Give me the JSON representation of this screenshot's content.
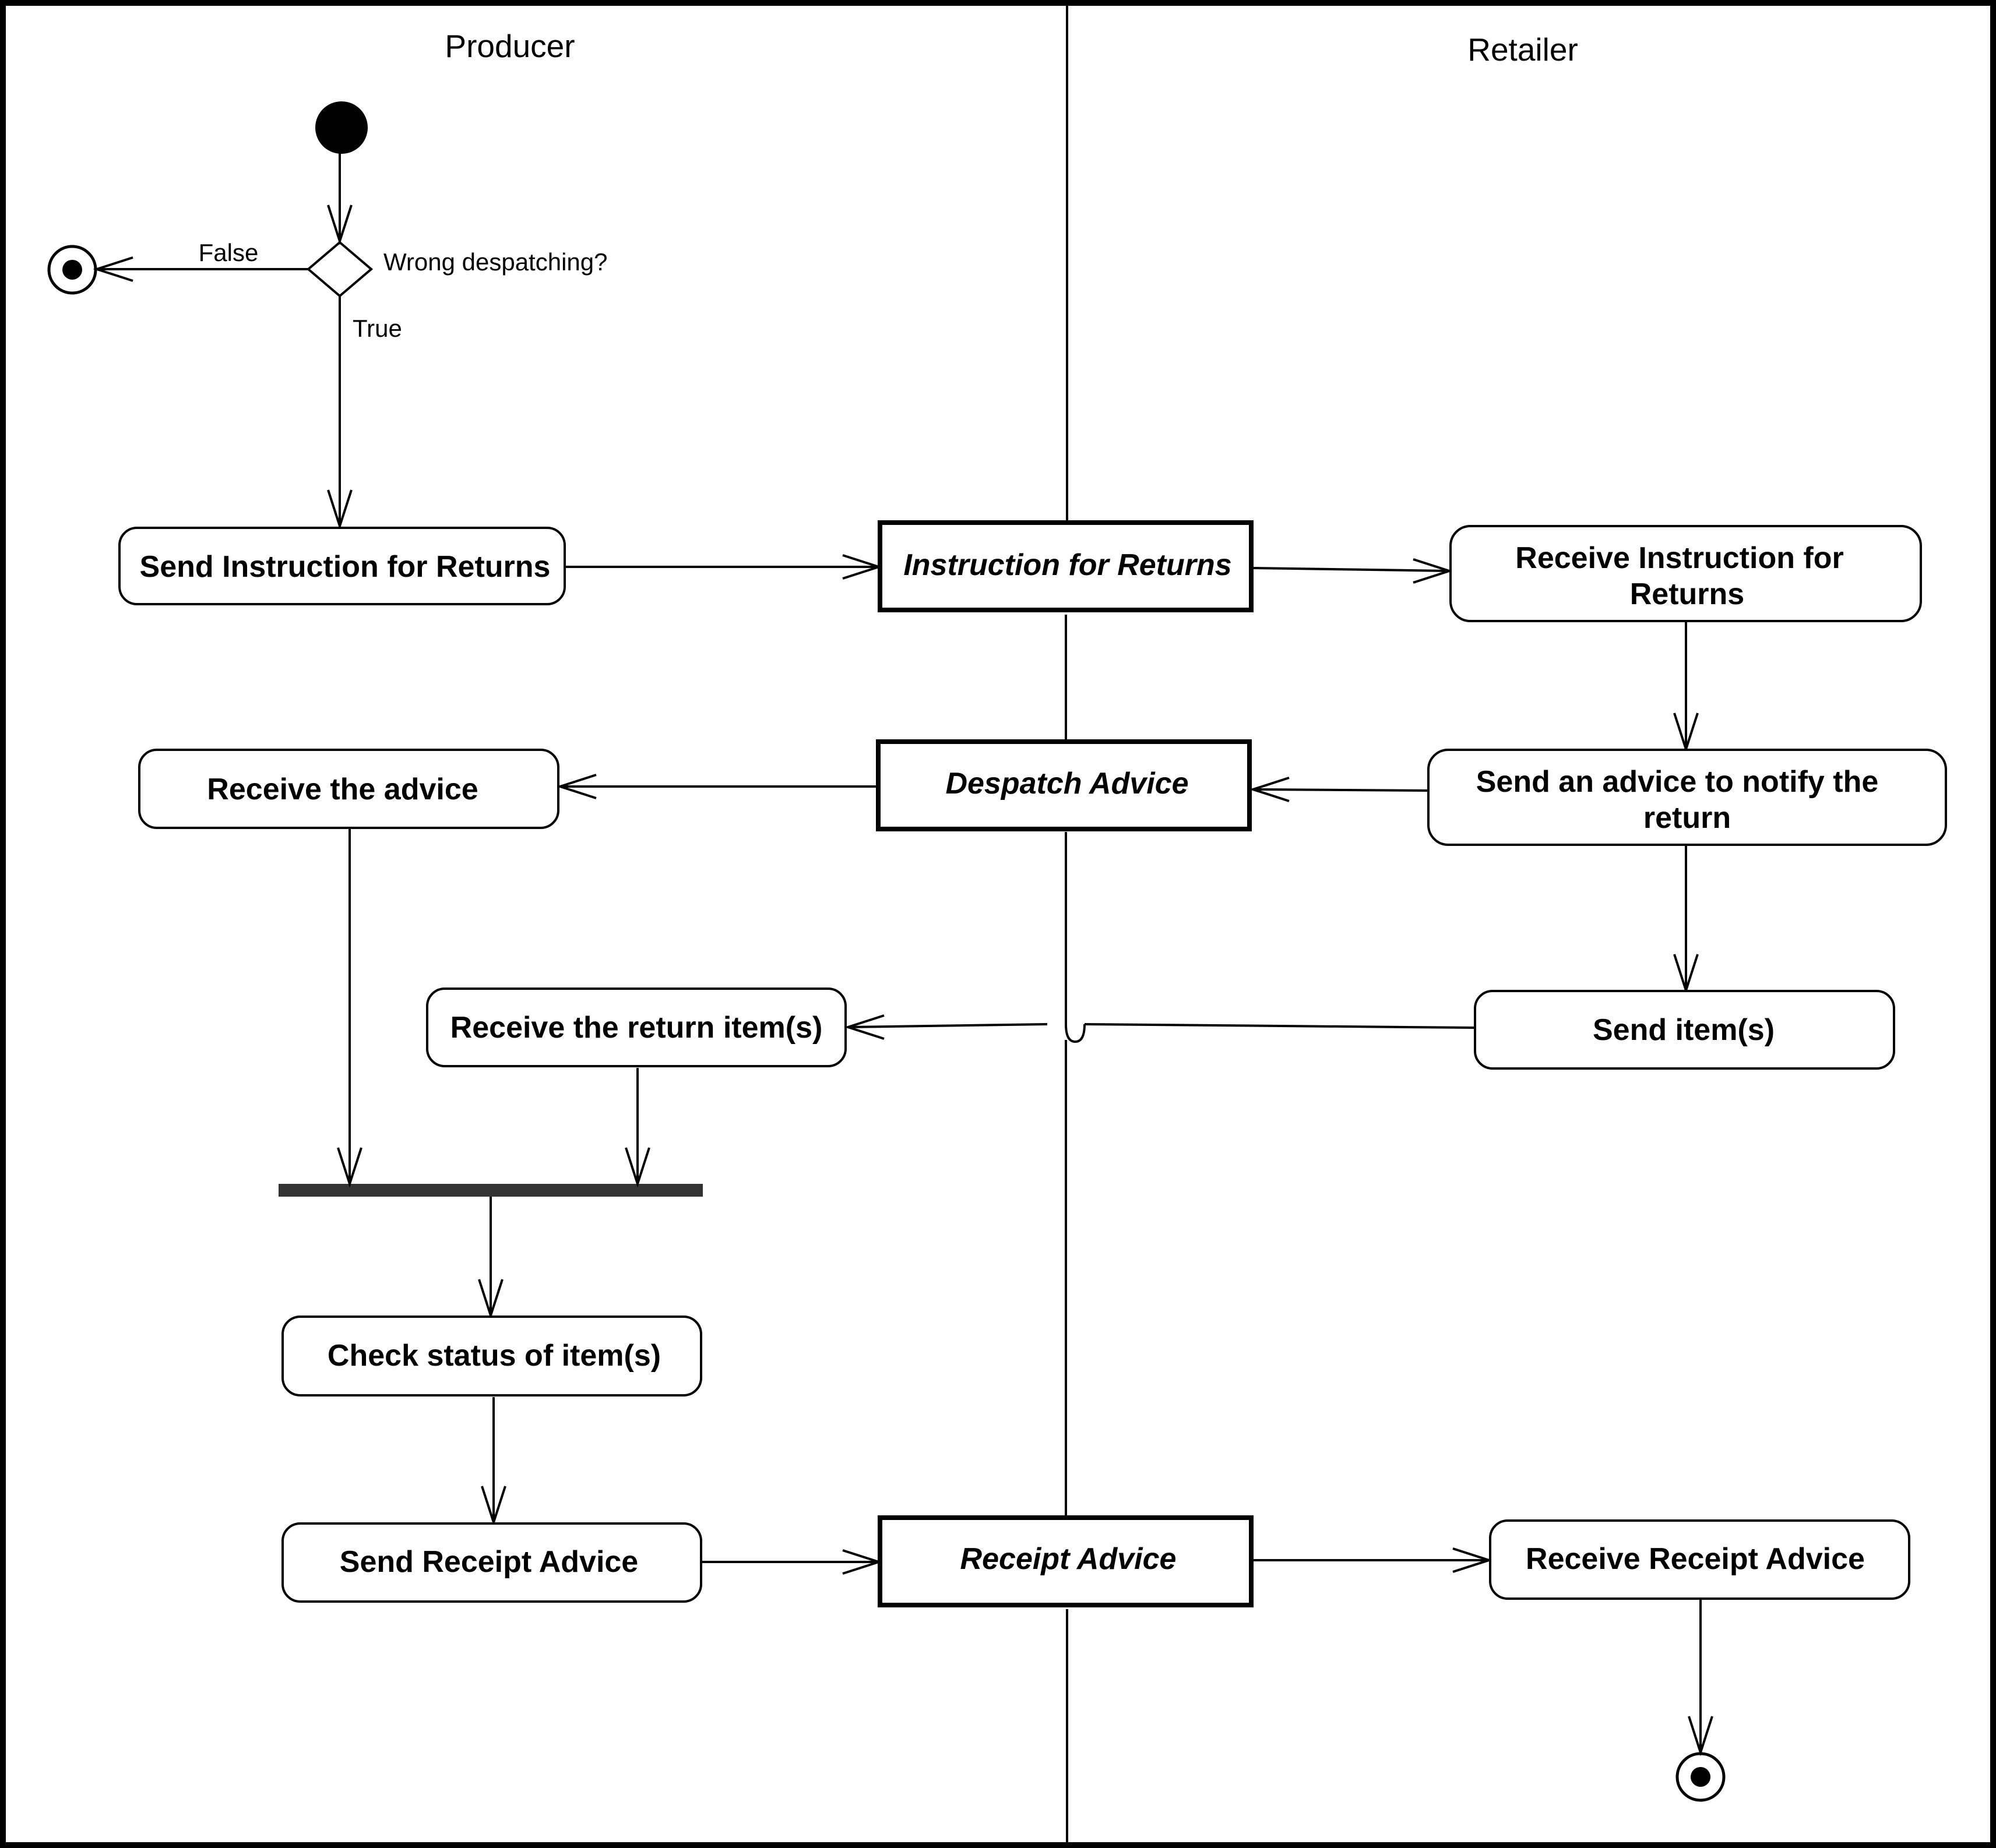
{
  "swimlanes": {
    "producer": "Producer",
    "retailer": "Retailer"
  },
  "decision": {
    "question": "Wrong despatching?",
    "false_label": "False",
    "true_label": "True"
  },
  "activities": {
    "send_instruction": "Send Instruction for Returns",
    "receive_instruction": [
      "Receive Instruction for",
      "Returns"
    ],
    "receive_advice": "Receive the advice",
    "send_advice_notify": [
      "Send an advice to notify the",
      "return"
    ],
    "receive_return_items": "Receive the return item(s)",
    "send_items": "Send item(s)",
    "check_status": "Check status of item(s)",
    "send_receipt_advice": "Send Receipt Advice",
    "receive_receipt_advice": "Receive Receipt Advice"
  },
  "objects": {
    "instruction_for_returns": "Instruction for Returns",
    "despatch_advice": "Despatch Advice",
    "receipt_advice": "Receipt Advice"
  }
}
